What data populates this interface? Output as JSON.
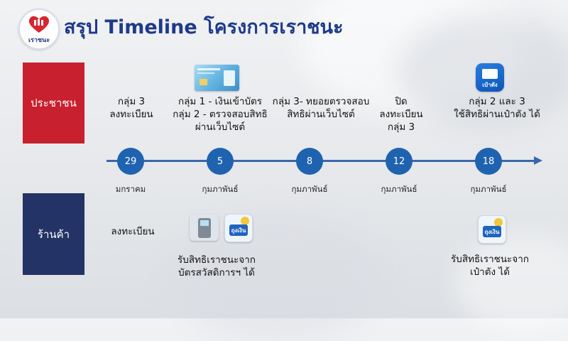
{
  "logo": {
    "text": "เราชนะ",
    "icon": "heart-hands-icon"
  },
  "title": "สรุป Timeline โครงการเราชนะ",
  "rows": {
    "people": "ประชาชน",
    "shop": "ร้านค้า"
  },
  "colors": {
    "people_box": "#c8202e",
    "shop_box": "#233366",
    "timeline": "#1f63b0",
    "title": "#1e3a8a"
  },
  "timeline": {
    "nodes": [
      {
        "day": "29",
        "month": "มกราคม"
      },
      {
        "day": "5",
        "month": "กุมภาพันธ์"
      },
      {
        "day": "8",
        "month": "กุมภาพันธ์"
      },
      {
        "day": "12",
        "month": "กุมภาพันธ์"
      },
      {
        "day": "18",
        "month": "กุมภาพันธ์"
      }
    ]
  },
  "people_events": {
    "e1": {
      "l1": "กลุ่ม 3",
      "l2": "ลงทะเบียน"
    },
    "e2": {
      "l1": "กลุ่ม 1 - เงินเข้าบัตร",
      "l2": "กลุ่ม 2 - ตรวจสอบสิทธิ",
      "l3": "ผ่านเว็บไซต์"
    },
    "e3": {
      "l1": "กลุ่ม 3- ทยอยตรวจสอบ",
      "l2": "สิทธิผ่านเว็บไซต์"
    },
    "e4": {
      "l1": "ปิด",
      "l2": "ลงทะเบียน",
      "l3": "กลุ่ม 3"
    },
    "e5": {
      "l1": "กลุ่ม 2 และ 3",
      "l2": "ใช้สิทธิผ่านเป๋าตัง ได้"
    }
  },
  "shop_events": {
    "register": "ลงทะเบียน",
    "e2": {
      "l1": "รับสิทธิเราชนะจาก",
      "l2": "บัตรสวัสดิการฯ ได้"
    },
    "e5": {
      "l1": "รับสิทธิเราชนะจาก",
      "l2": "เป๋าตัง ได้"
    }
  },
  "images": {
    "welfare_card": "welfare-card-image",
    "paotang_app": {
      "icon": "paotang-app-icon",
      "label": "เป๋าตัง"
    },
    "edc_machine": "edc-card-reader-icon",
    "shop_app": {
      "icon": "thung-ngoen-app-icon",
      "label": "ถุงเงิน"
    }
  }
}
